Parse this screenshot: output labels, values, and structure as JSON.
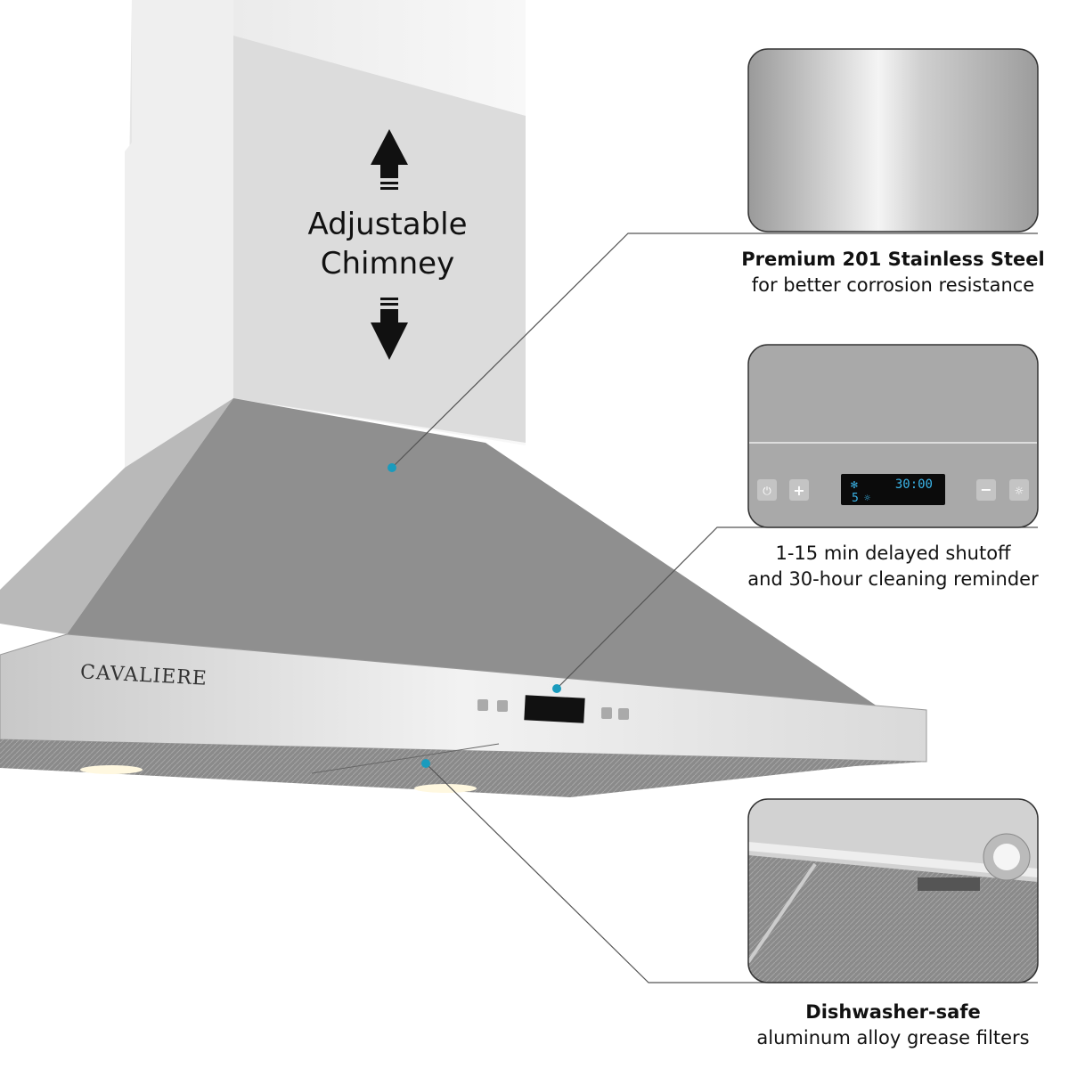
{
  "brand": "CAVALIERE",
  "chimney_label": {
    "line1": "Adjustable",
    "line2": "Chimney"
  },
  "display": {
    "timer": "30:00",
    "speed": "5"
  },
  "callouts": [
    {
      "title": "Premium 201 Stainless Steel",
      "subtitle": "for better corrosion resistance"
    },
    {
      "title": "1-15 min delayed shutoff",
      "subtitle": "and 30-hour cleaning reminder"
    },
    {
      "title": "Dishwasher-safe",
      "subtitle": "aluminum alloy grease filters"
    }
  ],
  "colors": {
    "accent_dot": "#1a9bbd",
    "lcd_text": "#3ab4e8"
  }
}
